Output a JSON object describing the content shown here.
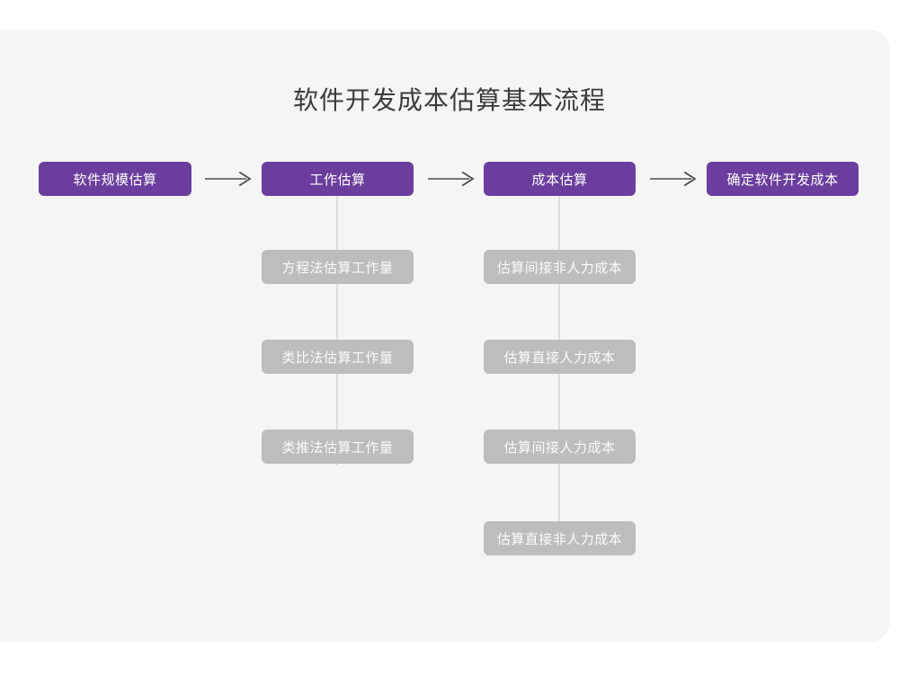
{
  "page": {
    "title": "软件开发成本估算基本流程",
    "background_color": "#ffffff",
    "card_color": "#f5f5f5"
  },
  "colors": {
    "primary": "#6b3e9e",
    "secondary": "#bdbdbd",
    "connector": "#dcdcdc",
    "title_text": "#3b3b3b",
    "node_text": "#ffffff"
  },
  "chart_data": {
    "type": "diagram",
    "title": "软件开发成本估算基本流程",
    "main_flow": [
      {
        "id": "scale",
        "label": "软件规模估算"
      },
      {
        "id": "work",
        "label": "工作估算"
      },
      {
        "id": "cost",
        "label": "成本估算"
      },
      {
        "id": "determine",
        "label": "确定软件开发成本"
      }
    ],
    "branches": [
      {
        "parent": "work",
        "items": [
          {
            "id": "equation",
            "label": "方程法估算工作量"
          },
          {
            "id": "analogy",
            "label": "类比法估算工作量"
          },
          {
            "id": "inference",
            "label": "类推法估算工作量"
          }
        ]
      },
      {
        "parent": "cost",
        "items": [
          {
            "id": "indirect-nonlabor",
            "label": "估算间接非人力成本"
          },
          {
            "id": "direct-labor",
            "label": "估算直接人力成本"
          },
          {
            "id": "indirect-labor",
            "label": "估算间接人力成本"
          },
          {
            "id": "direct-nonlabor",
            "label": "估算直接非人力成本"
          }
        ]
      }
    ],
    "connectors": [
      {
        "from": "scale",
        "to": "work",
        "style": "arrow"
      },
      {
        "from": "work",
        "to": "cost",
        "style": "arrow"
      },
      {
        "from": "cost",
        "to": "determine",
        "style": "arrow"
      },
      {
        "from": "work",
        "to": "work-branch",
        "style": "line"
      },
      {
        "from": "cost",
        "to": "cost-branch",
        "style": "line"
      }
    ]
  }
}
